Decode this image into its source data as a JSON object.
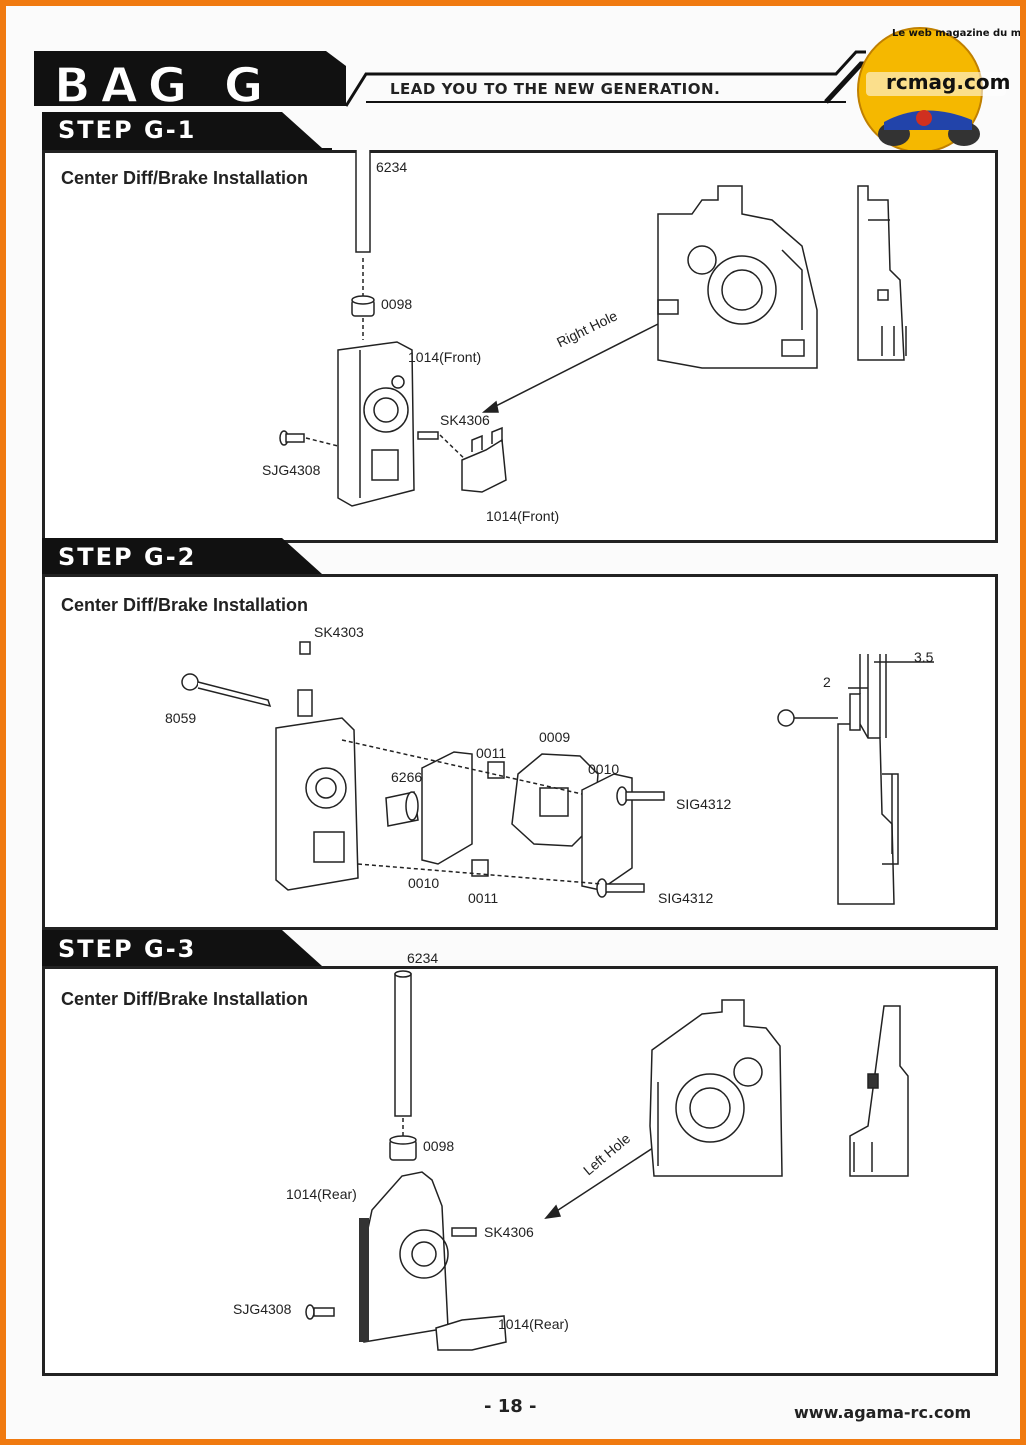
{
  "header": {
    "bag_title": "BAG G",
    "tagline": "LEAD YOU TO THE NEW GENERATION.",
    "badge": {
      "arc_text": "Le web magazine du modelisme",
      "brand": "rcmag.com"
    }
  },
  "steps": [
    {
      "label": "STEP G-1",
      "subtitle": "Center Diff/Brake Installation",
      "parts": {
        "p6234": "6234",
        "p0098": "0098",
        "p1014_front": "1014(Front)",
        "sk4306": "SK4306",
        "sjg4308": "SJG4308",
        "p1014_front_b": "1014(Front)",
        "right_hole": "Right Hole"
      }
    },
    {
      "label": "STEP G-2",
      "subtitle": "Center Diff/Brake Installation",
      "parts": {
        "sk4303": "SK4303",
        "p8059": "8059",
        "p6266": "6266",
        "p0011_a": "0011",
        "p0009": "0009",
        "p0010_a": "0010",
        "sig4312_a": "SIG4312",
        "p0010_b": "0010",
        "p0011_b": "0011",
        "sig4312_b": "SIG4312",
        "dim_2": "2",
        "dim_35": "3.5"
      }
    },
    {
      "label": "STEP G-3",
      "subtitle": "Center Diff/Brake Installation",
      "parts": {
        "p6234": "6234",
        "p0098": "0098",
        "p1014_rear": "1014(Rear)",
        "sk4306": "SK4306",
        "sjg4308": "SJG4308",
        "p1014_rear_b": "1014(Rear)",
        "left_hole": "Left Hole"
      }
    }
  ],
  "footer": {
    "page_number": "- 18 -",
    "website": "www.agama-rc.com"
  },
  "colors": {
    "border": "#f07a10",
    "ink": "#222222",
    "badge_fill": "#f5b800"
  }
}
